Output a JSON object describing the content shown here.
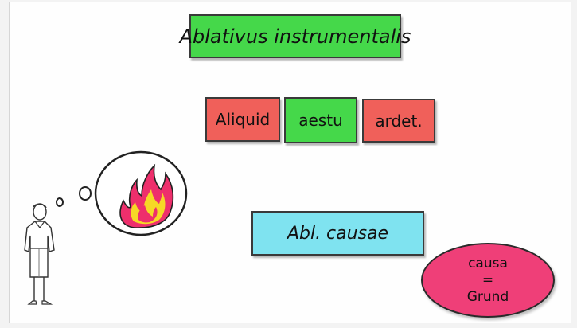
{
  "title": "Ablativus instrumentalis",
  "sentence": {
    "word1": "Aliquid",
    "word2": "aestu",
    "word3": "ardet."
  },
  "label": "Abl. causae",
  "definition": {
    "word": "causa",
    "equals": "=",
    "translation": "Grund"
  },
  "colors": {
    "green_card": "#45d84a",
    "red_card": "#f0605a",
    "cyan_card": "#7fe3f0",
    "pink_oval": "#ef3f78",
    "flame": "#ee2f6c",
    "flame_highlight": "#f6d826"
  },
  "icons": [
    "thinking-person-icon",
    "thought-bubble-icon",
    "fire-icon"
  ]
}
